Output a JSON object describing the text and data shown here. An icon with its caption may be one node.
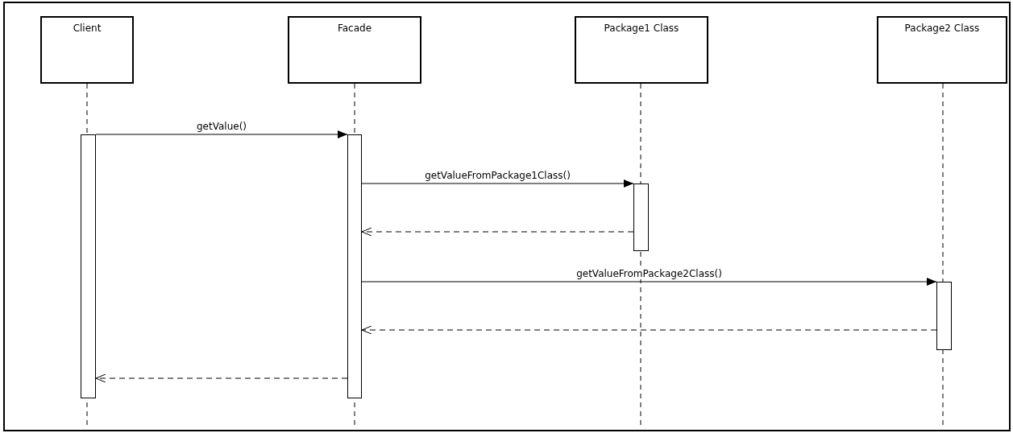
{
  "diagram": {
    "nodes": [
      {
        "text": [
          "Client"
        ]
      },
      {
        "text": [
          "Facade"
        ]
      },
      {
        "text": [
          "Package1 Class"
        ]
      },
      {
        "text": [
          "Package2 Class"
        ]
      },
      {
        "text": [],
        "shape": "bar"
      },
      {
        "text": [],
        "shape": "bar"
      },
      {
        "text": [],
        "shape": "bar"
      },
      {
        "text": [],
        "shape": "bar"
      }
    ],
    "edges": [
      {
        "from": 4,
        "to": 5,
        "arrow": "to",
        "label": "getValue()"
      },
      {
        "from": 5,
        "to": 6,
        "arrow": "to",
        "label": "getValueFromPackage1Class()"
      },
      {
        "from": 6,
        "to": 5,
        "arrow": "to",
        "style": "dashed"
      },
      {
        "from": 5,
        "to": 7,
        "arrow": "to",
        "label": "getValueFromPackage2Class()"
      },
      {
        "from": 7,
        "to": 5,
        "arrow": "to",
        "style": "dashed"
      },
      {
        "from": 5,
        "to": 4,
        "arrow": "to",
        "style": "dashed"
      }
    ]
  }
}
